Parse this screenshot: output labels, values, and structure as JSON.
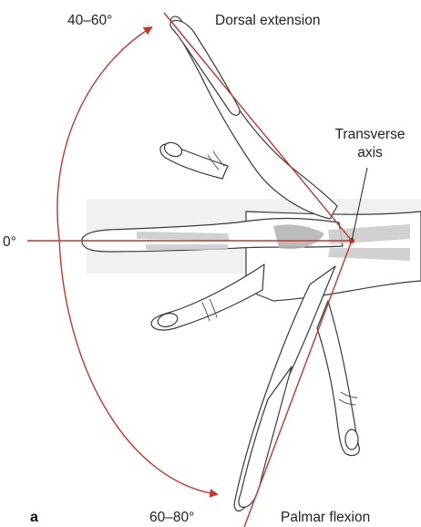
{
  "labels": {
    "dorsal_angle": "40–60°",
    "dorsal_name": "Dorsal extension",
    "axis_line1": "Transverse",
    "axis_line2": "axis",
    "neutral_angle": "0°",
    "palmar_angle": "60–80°",
    "palmar_name": "Palmar flexion",
    "panel": "a"
  },
  "colors": {
    "accent": "#c0392b",
    "outline": "#3a3a3a",
    "bone": "#c9c9c9"
  },
  "icons": {
    "arrow_head": "arrowhead"
  }
}
